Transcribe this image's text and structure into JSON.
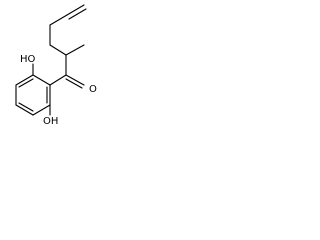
{
  "molecule": {
    "atom_labels": {
      "ketone_oxygen": "O",
      "hydroxyl_top": "HO",
      "hydroxyl_bottom": "OH"
    }
  }
}
